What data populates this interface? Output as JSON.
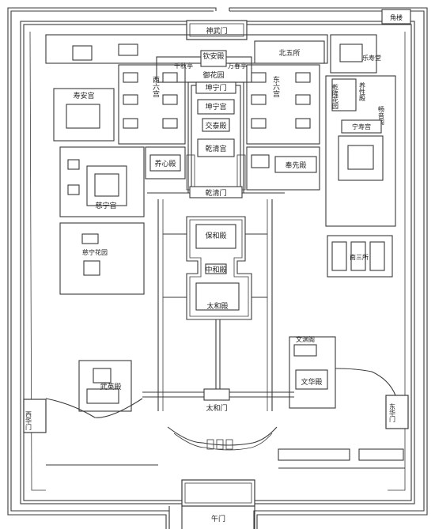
{
  "map": {
    "gates": {
      "north": "神武门",
      "south": "午门",
      "east": "东华门",
      "west": "西华门",
      "corner_tower": "角楼",
      "taihe_gate": "太和门",
      "qianqing_gate": "乾清门",
      "wenyuan_pavilion": "文渊阁"
    },
    "halls": {
      "taihe": "太和殿",
      "zhonghe": "中和殿",
      "baohe": "保和殿",
      "qianqing_palace": "乾清宫",
      "jiaotai": "交泰殿",
      "kunning_palace": "坤宁宫",
      "kunning_gate": "坤宁门",
      "imperial_garden": "御花园",
      "qin_an": "钦安殿",
      "qianqiu": "千秋亭",
      "wanchun": "万春亭",
      "yangxin": "养心殿",
      "fengxian": "奉先殿",
      "cining_palace": "慈宁宫",
      "cining_garden": "慈宁花园",
      "shou_an": "寿安宫",
      "wuying": "武英殿",
      "wenhua": "文华殿",
      "nansan": "南三所",
      "beiwu": "北五所",
      "ningshou": "宁寿宫",
      "leshou": "乐寿堂",
      "yangxing": "养性殿",
      "qianlong_garden": "乾隆花园",
      "changyin": "畅音阁"
    },
    "six_west": "西六宫",
    "six_east": "东六宫"
  }
}
